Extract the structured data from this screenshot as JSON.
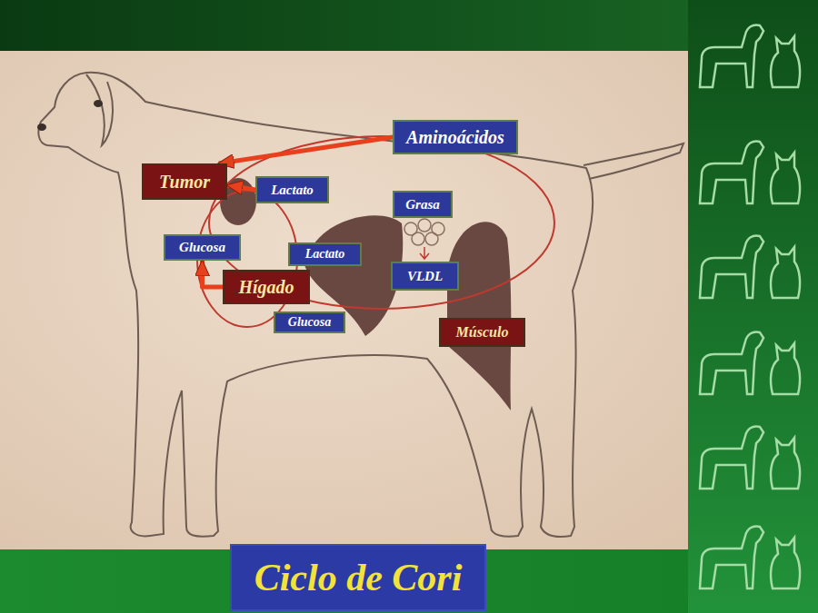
{
  "diagram": {
    "title": "Ciclo de Cori",
    "nodes": [
      {
        "text": [
          "Aminoácidos"
        ]
      },
      {
        "text": [
          "Tumor"
        ]
      },
      {
        "text": [
          "Lactato"
        ]
      },
      {
        "text": [
          "Grasa"
        ]
      },
      {
        "text": [
          "Glucosa"
        ]
      },
      {
        "text": [
          "Lactato"
        ]
      },
      {
        "text": [
          "Hígado"
        ]
      },
      {
        "text": [
          "VLDL"
        ]
      },
      {
        "text": [
          "Glucosa"
        ]
      },
      {
        "text": [
          "Músculo"
        ]
      }
    ],
    "edges": [
      {
        "from": 0,
        "to": 1,
        "arrow": "to"
      },
      {
        "from": 2,
        "to": 1,
        "arrow": "to"
      },
      {
        "from": 6,
        "to": 4,
        "arrow": "to"
      }
    ]
  }
}
